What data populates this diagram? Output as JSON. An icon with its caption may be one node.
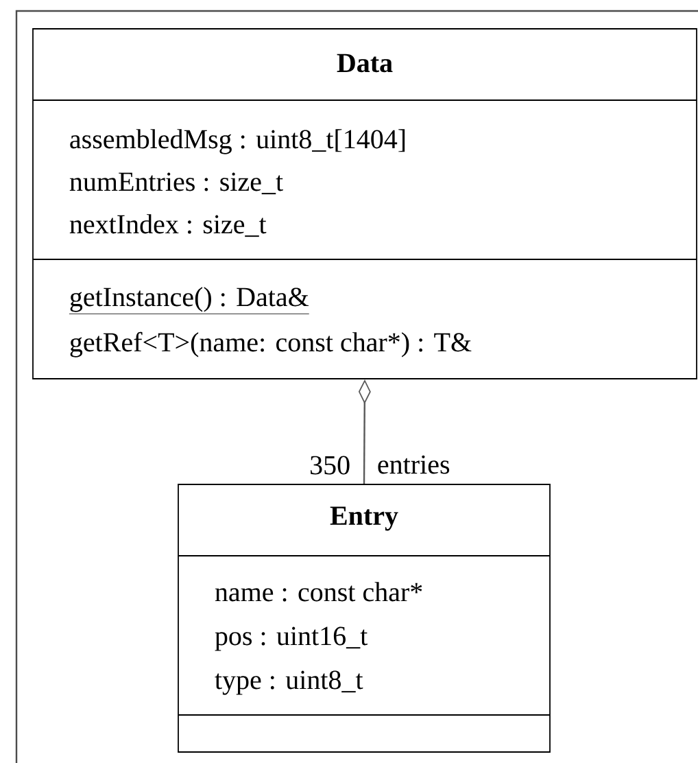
{
  "diagram": {
    "nodes": [
      {
        "text": [
          "Data",
          "assembledMsg : uint8_t[1404]",
          "numEntries : size_t",
          "nextIndex : size_t",
          "getInstance() : Data&",
          "getRef<T>(name: const char*) : T&"
        ]
      },
      {
        "text": [
          "Entry",
          "name : const char*",
          "pos : uint16_t",
          "type : uint8_t"
        ]
      }
    ],
    "edges": [
      {
        "from": 1,
        "to": 0,
        "arrow": "other",
        "label": "entries"
      }
    ],
    "labels": [
      "350"
    ]
  }
}
